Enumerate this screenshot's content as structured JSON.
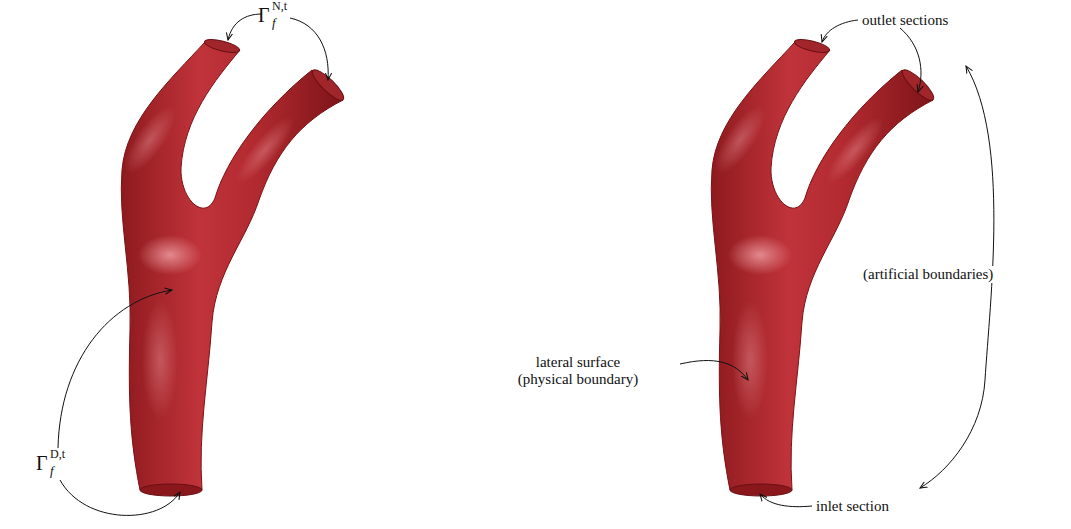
{
  "diagram": {
    "labels": [
      "Γ",
      "f",
      "N,t",
      "Γ",
      "f",
      "D,t",
      "outlet sections",
      "lateral surface (physical boundary)",
      "(artificial boundaries)",
      "inlet section"
    ]
  }
}
